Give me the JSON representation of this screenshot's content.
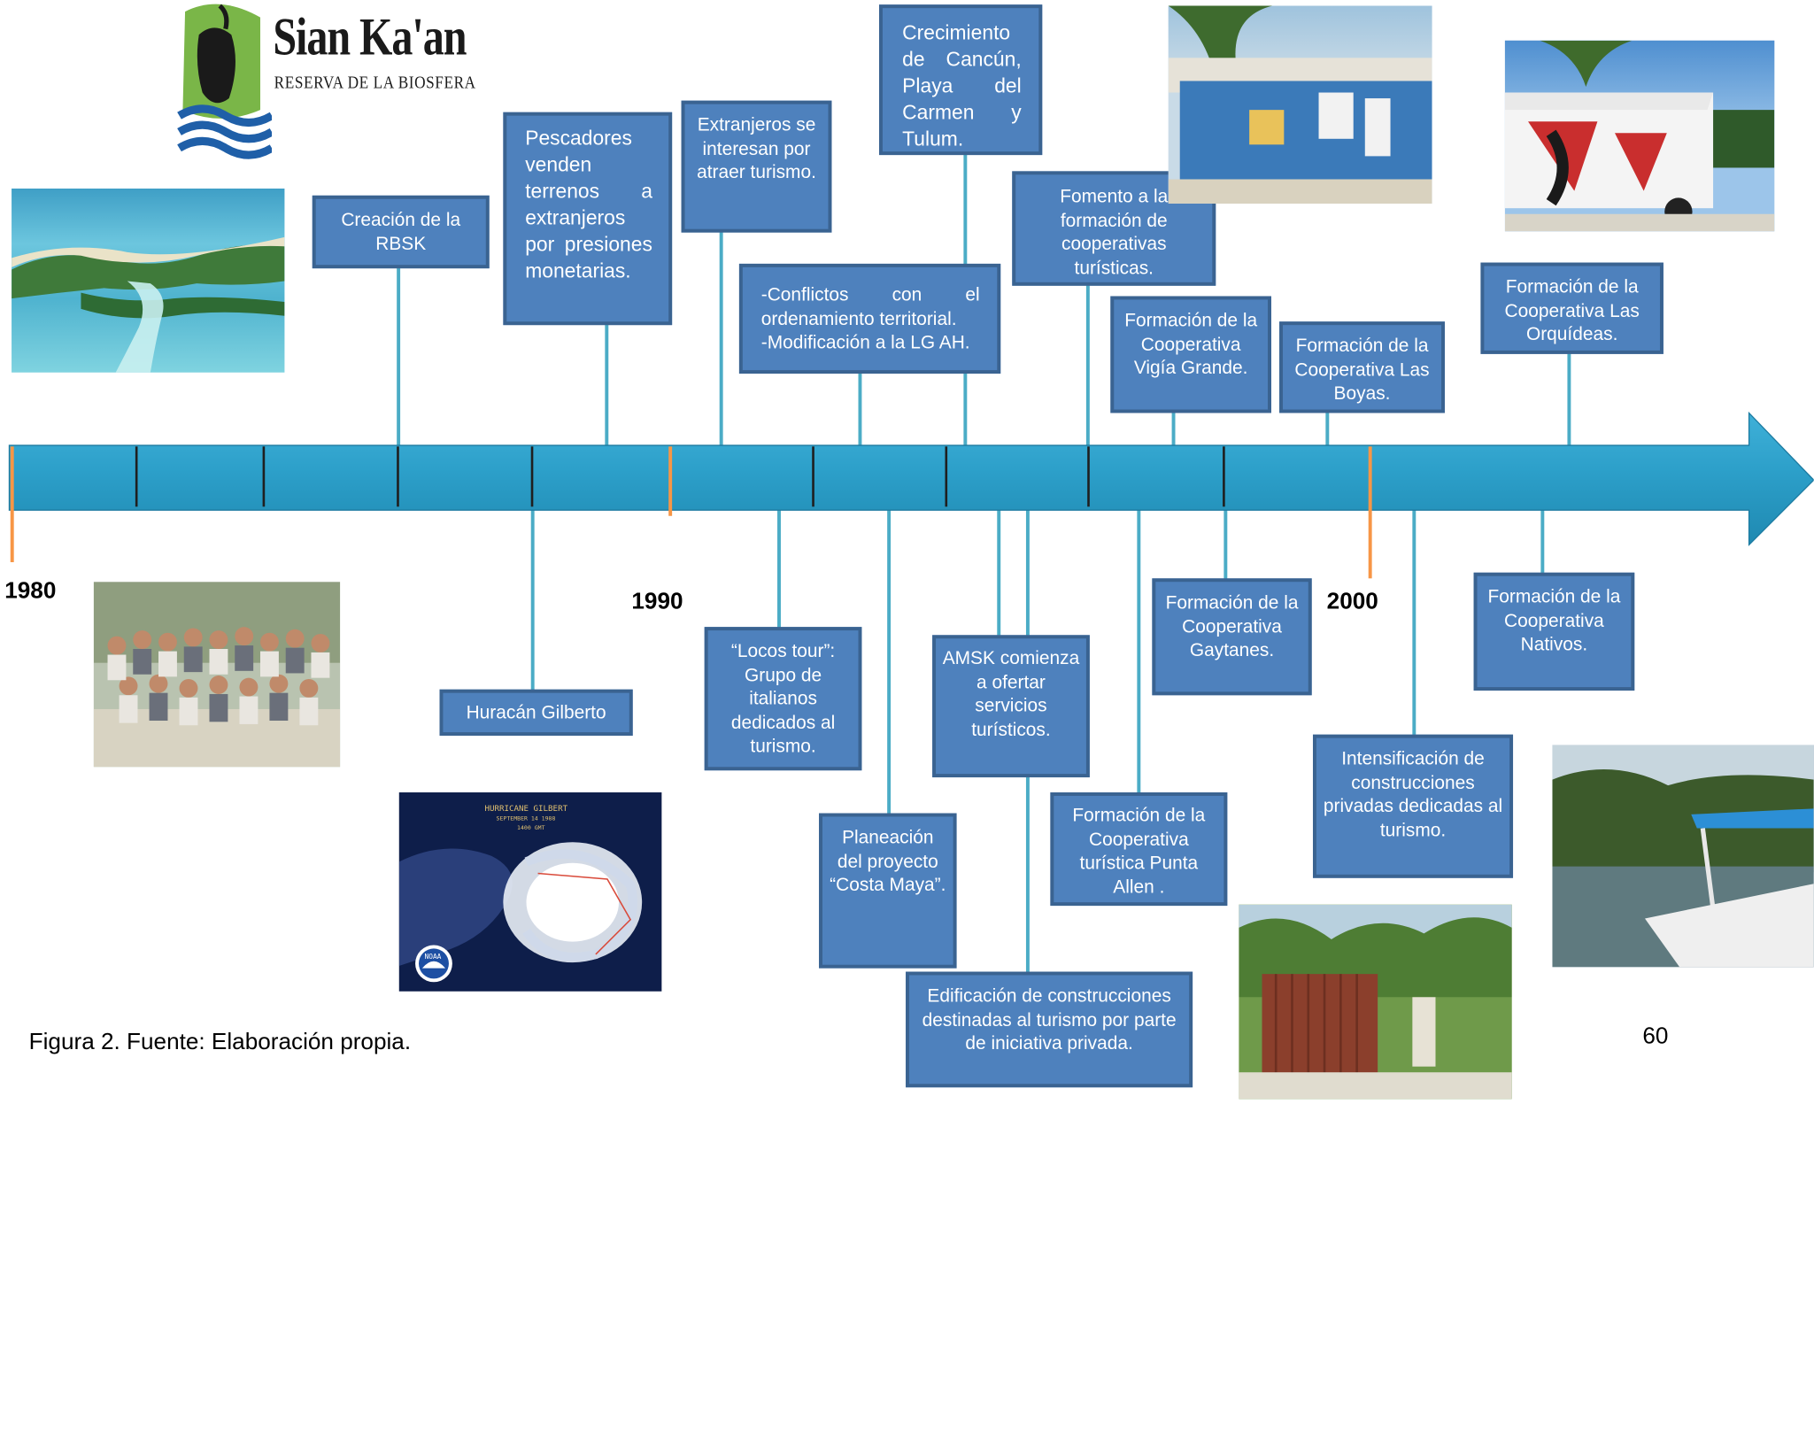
{
  "logo": {
    "title": "Sian Ka'an",
    "subtitle": "RESERVA DE LA BIOSFERA"
  },
  "years": [
    "1980",
    "1990",
    "2000"
  ],
  "events_above": [
    {
      "text": "Creación de la RBSK"
    },
    {
      "text": "Pescadores venden terrenos a extranjeros por presiones monetarias."
    },
    {
      "text": "Extranjeros se interesan por atraer turismo."
    },
    {
      "text": "-Conflictos con el ordenamiento territorial.\n-Modificación a la LG AH."
    },
    {
      "text": "Crecimiento de Cancún, Playa del Carmen y Tulum."
    },
    {
      "text": "Fomento a la formación de cooperativas turísticas."
    },
    {
      "text": "Formación de la Cooperativa Vigía Grande."
    },
    {
      "text": "Formación de la Cooperativa Las Boyas."
    },
    {
      "text": "Formación de la Cooperativa Las Orquídeas."
    }
  ],
  "events_below": [
    {
      "text": "Huracán Gilberto"
    },
    {
      "text": "“Locos tour”: Grupo de italianos dedicados al turismo."
    },
    {
      "text": "Planeación del proyecto “Costa Maya”."
    },
    {
      "text": "AMSK comienza a ofertar servicios turísticos."
    },
    {
      "text": "Edificación de construcciones destinadas al turismo por parte de iniciativa privada."
    },
    {
      "text": "Formación de la Cooperativa turística Punta Allen ."
    },
    {
      "text": "Formación de la Cooperativa Gaytanes."
    },
    {
      "text": "Intensificación de construcciones privadas dedicadas al turismo."
    },
    {
      "text": "Formación de la Cooperativa Nativos."
    }
  ],
  "hurricane_image": {
    "title": "HURRICANE GILBERT",
    "date": "SEPTEMBER 14 1988",
    "time": "1400 GMT",
    "agency": "NOAA"
  },
  "caption": "Figura 2. Fuente: Elaboración propia.",
  "page_number": "60",
  "colors": {
    "box_fill": "#4e81bd",
    "box_border": "#3a6391",
    "connector": "#4bacc6",
    "year_marker": "#f79646",
    "arrow": "#4bacc6"
  }
}
